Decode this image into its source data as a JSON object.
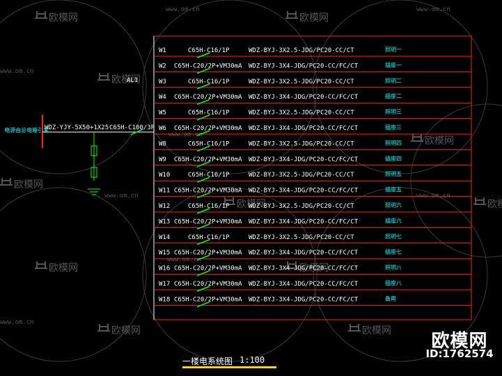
{
  "watermark": {
    "brand_label": "欧模网",
    "site_url": "www.om.cn"
  },
  "incoming": {
    "source_label": "电源由总电箱引来",
    "cable_label": "WDZ-YJY-5X50+1X25",
    "breaker_label": "C65H-C100/3P",
    "panel_id": "AL1"
  },
  "circuits": [
    {
      "id": "W1",
      "breaker": "C65H-C16/1P",
      "cable": "WDZ-BYJ-3X2.5-JDG/PC20-CC/CT",
      "usage": "照明一"
    },
    {
      "id": "W2",
      "breaker": "C65H-C20/2P+VM30mA",
      "cable": "WDZ-BYJ-3X4-JDG/PC20-CC/FC/CT",
      "usage": "插座一"
    },
    {
      "id": "W3",
      "breaker": "C65H-C16/1P",
      "cable": "WDZ-BYJ-3X2.5-JDG/PC20-CC/CT",
      "usage": "照明二"
    },
    {
      "id": "W4",
      "breaker": "C65H-C20/2P+VM30mA",
      "cable": "WDZ-BYJ-3X4-JDG/PC20-CC/FC/CT",
      "usage": "插座二"
    },
    {
      "id": "W5",
      "breaker": "C65H-C16/1P",
      "cable": "WDZ-BYJ-3X2.5-JDG/PC20-CC/CT",
      "usage": "照明三"
    },
    {
      "id": "W6",
      "breaker": "C65H-C20/2P+VM30mA",
      "cable": "WDZ-BYJ-3X4-JDG/PC20-CC/FC/CT",
      "usage": "插座三"
    },
    {
      "id": "W8",
      "breaker": "C65H-C16/1P",
      "cable": "WDZ-BYJ-3X2.5-JDG/PC20-CC/CT",
      "usage": "照明四"
    },
    {
      "id": "W9",
      "breaker": "C65H-C20/2P+VM30mA",
      "cable": "WDZ-BYJ-3X4-JDG/PC20-CC/FC/CT",
      "usage": "插座四"
    },
    {
      "id": "W10",
      "breaker": "C65H-C16/1P",
      "cable": "WDZ-BYJ-3X2.5-JDG/PC20-CC/CT",
      "usage": "照明五"
    },
    {
      "id": "W11",
      "breaker": "C65H-C20/2P+VM30mA",
      "cable": "WDZ-BYJ-3X4-JDG/PC20-CC/FC/CT",
      "usage": "插座五"
    },
    {
      "id": "W12",
      "breaker": "C65H-C16/1P",
      "cable": "WDZ-BYJ-3X2.5-JDG/PC20-CC/CT",
      "usage": "照明六"
    },
    {
      "id": "W13",
      "breaker": "C65H-C20/2P+VM30mA",
      "cable": "WDZ-BYJ-3X4-JDG/PC20-CC/FC/CT",
      "usage": "插座六"
    },
    {
      "id": "W14",
      "breaker": "C65H-C16/1P",
      "cable": "WDZ-BYJ-3X2.5-JDG/PC20-CC/CT",
      "usage": "照明七"
    },
    {
      "id": "W15",
      "breaker": "C65H-C20/2P+VM30mA",
      "cable": "WDZ-BYJ-3X4-JDG/PC20-CC/FC/CT",
      "usage": "插座七"
    },
    {
      "id": "W16",
      "breaker": "C65H-C20/2P+VM30mA",
      "cable": "WDZ-BYJ-3X4-JDG/PC20-CC/FC/CT",
      "usage": "照明八"
    },
    {
      "id": "W17",
      "breaker": "C65H-C20/2P+VM30mA",
      "cable": "WDZ-BYJ-3X4-JDG/PC20-CC/FC/CT",
      "usage": "插座八"
    },
    {
      "id": "W18",
      "breaker": "C65H-C20/2P+VM30mA",
      "cable": "WDZ-BYJ-3X4-JDG/PC20-CC/FC/CT",
      "usage": "备用"
    }
  ],
  "drawing_title": {
    "text": "一楼电系统图",
    "scale": "1:100"
  },
  "brand": {
    "name": "欧模网",
    "id_label": "ID:1762574"
  },
  "colors": {
    "background": "#000000",
    "frame": "#ff2020",
    "text": "#ffffff",
    "switch": "#00ff00",
    "usage": "#00ffff",
    "title_underline": "#ffd800",
    "watermark": "#3a3a3a"
  }
}
